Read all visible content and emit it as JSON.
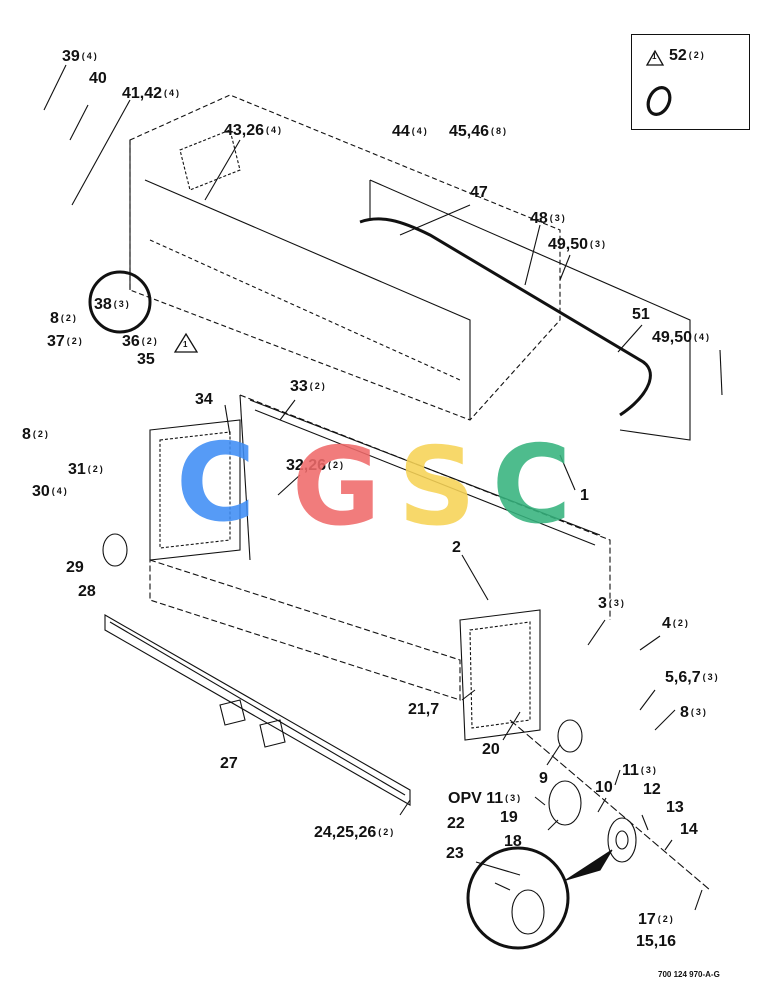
{
  "diagram": {
    "callouts": [
      {
        "id": "c39",
        "label": "39",
        "qty": "(4)"
      },
      {
        "id": "c40",
        "label": "40",
        "qty": ""
      },
      {
        "id": "c41",
        "label": "41,42",
        "qty": "(4)"
      },
      {
        "id": "c43",
        "label": "43,26",
        "qty": "(4)"
      },
      {
        "id": "c44",
        "label": "44",
        "qty": "(4)"
      },
      {
        "id": "c45",
        "label": "45,46",
        "qty": "(8)"
      },
      {
        "id": "c47",
        "label": "47",
        "qty": ""
      },
      {
        "id": "c48",
        "label": "48",
        "qty": "(3)"
      },
      {
        "id": "c49a",
        "label": "49,50",
        "qty": "(3)"
      },
      {
        "id": "c51",
        "label": "51",
        "qty": ""
      },
      {
        "id": "c49b",
        "label": "49,50",
        "qty": "(4)"
      },
      {
        "id": "c38",
        "label": "38",
        "qty": "(3)"
      },
      {
        "id": "c8a",
        "label": "8",
        "qty": "(2)"
      },
      {
        "id": "c37",
        "label": "37",
        "qty": "(2)"
      },
      {
        "id": "c36",
        "label": "36",
        "qty": "(2)"
      },
      {
        "id": "c35",
        "label": "35",
        "qty": ""
      },
      {
        "id": "c8b",
        "label": "8",
        "qty": "(2)"
      },
      {
        "id": "c34",
        "label": "34",
        "qty": ""
      },
      {
        "id": "c33",
        "label": "33",
        "qty": "(2)"
      },
      {
        "id": "c31",
        "label": "31",
        "qty": "(2)"
      },
      {
        "id": "c30",
        "label": "30",
        "qty": "(4)"
      },
      {
        "id": "c32",
        "label": "32,26",
        "qty": "(2)"
      },
      {
        "id": "c1",
        "label": "1",
        "qty": ""
      },
      {
        "id": "c29",
        "label": "29",
        "qty": ""
      },
      {
        "id": "c28",
        "label": "28",
        "qty": ""
      },
      {
        "id": "c2",
        "label": "2",
        "qty": ""
      },
      {
        "id": "c3",
        "label": "3",
        "qty": "(3)"
      },
      {
        "id": "c4",
        "label": "4",
        "qty": "(2)"
      },
      {
        "id": "c5",
        "label": "5,6,7",
        "qty": "(3)"
      },
      {
        "id": "c21",
        "label": "21,7",
        "qty": ""
      },
      {
        "id": "c8c",
        "label": "8",
        "qty": "(3)"
      },
      {
        "id": "c20",
        "label": "20",
        "qty": ""
      },
      {
        "id": "c27",
        "label": "27",
        "qty": ""
      },
      {
        "id": "c11a",
        "label": "11",
        "qty": "(3)"
      },
      {
        "id": "c9",
        "label": "9",
        "qty": ""
      },
      {
        "id": "c11b",
        "label": "OPV 11",
        "qty": "(3)"
      },
      {
        "id": "c10",
        "label": "10",
        "qty": ""
      },
      {
        "id": "c12",
        "label": "12",
        "qty": ""
      },
      {
        "id": "c19",
        "label": "19",
        "qty": ""
      },
      {
        "id": "c13",
        "label": "13",
        "qty": ""
      },
      {
        "id": "c24",
        "label": "24,25,26",
        "qty": "(2)"
      },
      {
        "id": "c22",
        "label": "22",
        "qty": ""
      },
      {
        "id": "c14",
        "label": "14",
        "qty": ""
      },
      {
        "id": "c18",
        "label": "18",
        "qty": ""
      },
      {
        "id": "c23",
        "label": "23",
        "qty": ""
      },
      {
        "id": "c17",
        "label": "17",
        "qty": "(2)"
      },
      {
        "id": "c15",
        "label": "15,16",
        "qty": ""
      }
    ],
    "note": {
      "symbol": "1",
      "label": "52",
      "qty": "(2)"
    },
    "warning_ref": "1",
    "warning_ref_1": "1",
    "drawing_code": "700 124 970-A-G",
    "watermark": {
      "letters": [
        "C",
        "G",
        "S",
        "C"
      ],
      "colors": [
        "#3f8ef5",
        "#f06a6a",
        "#f7d356",
        "#36b37e"
      ]
    }
  }
}
